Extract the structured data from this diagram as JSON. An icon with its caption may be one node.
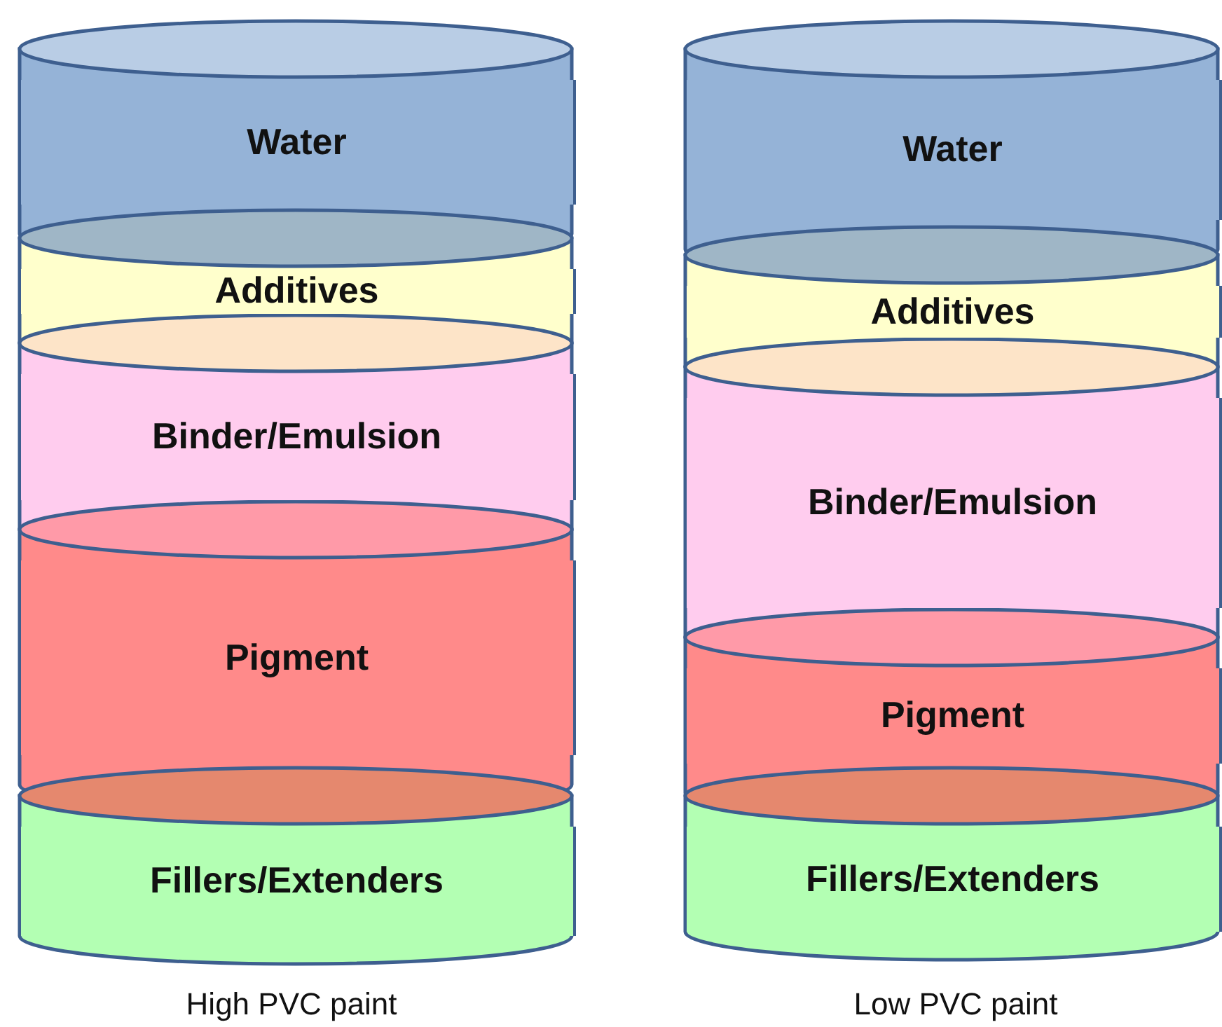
{
  "diagram": {
    "nodes": [
      {
        "text": [
          "Water"
        ]
      },
      {
        "text": [
          "Additives"
        ]
      },
      {
        "text": [
          "Binder/Emulsion"
        ]
      },
      {
        "text": [
          "Pigment"
        ]
      },
      {
        "text": [
          "Fillers/Extenders"
        ]
      },
      {
        "text": [
          "Water"
        ]
      },
      {
        "text": [
          "Additives"
        ]
      },
      {
        "text": [
          "Binder/Emulsion"
        ]
      },
      {
        "text": [
          "Pigment"
        ]
      },
      {
        "text": [
          "Fillers/Extenders"
        ]
      }
    ],
    "labels": [
      "High PVC paint",
      "Low PVC paint"
    ]
  }
}
